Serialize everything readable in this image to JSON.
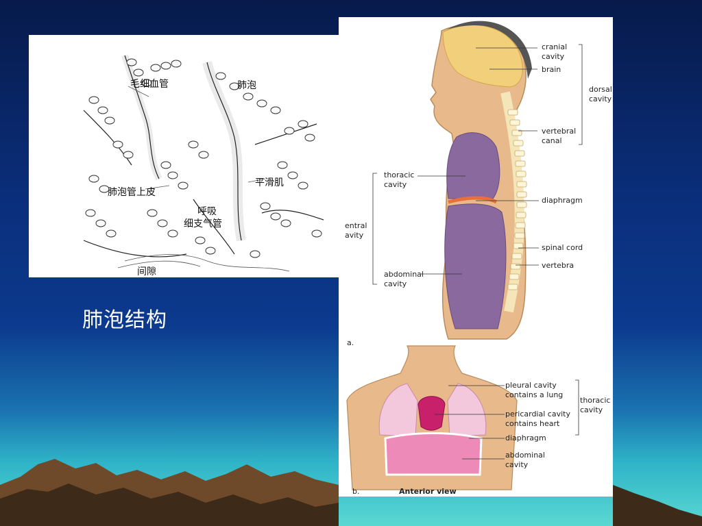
{
  "slide": {
    "caption": "肺泡结构"
  },
  "alveoli_figure": {
    "labels": {
      "capillary": "毛细血管",
      "alveolus": "肺泡",
      "smooth_muscle": "平滑肌",
      "duct_epithelium": "肺泡管上皮",
      "respiratory_bronchiole_line1": "呼吸",
      "respiratory_bronchiole_line2": "细支气管",
      "septum": "间隙"
    }
  },
  "body_cavities_figure": {
    "panel_a_letter": "a.",
    "panel_b_letter": "b.",
    "panel_b_title": "Anterior view",
    "lateral": {
      "cranial_cavity": "cranial\ncavity",
      "brain": "brain",
      "dorsal_cavity": "dorsal\ncavity",
      "vertebral_canal": "vertebral\ncanal",
      "thoracic_cavity": "thoracic\ncavity",
      "diaphragm": "diaphragm",
      "ventral_cavity": "entral\navity",
      "spinal_cord": "spinal cord",
      "vertebra": "vertebra",
      "abdominal_cavity": "abdominal\ncavity"
    },
    "anterior": {
      "pleural_cavity": "pleural cavity\ncontains a lung",
      "pericardial_cavity": "pericardial cavity\ncontains heart",
      "diaphragm": "diaphragm",
      "abdominal_cavity": "abdominal\ncavity",
      "thoracic_cavity": "thoracic\ncavity"
    }
  },
  "colors": {
    "skin": "#e8b98a",
    "brain": "#f2cf7a",
    "cavity_purple": "#8a6a9e",
    "diaphragm": "#e8703a",
    "heart": "#c8206a",
    "lung_pink": "#f4c8dc",
    "abdomen_pink": "#ee8ab8"
  }
}
